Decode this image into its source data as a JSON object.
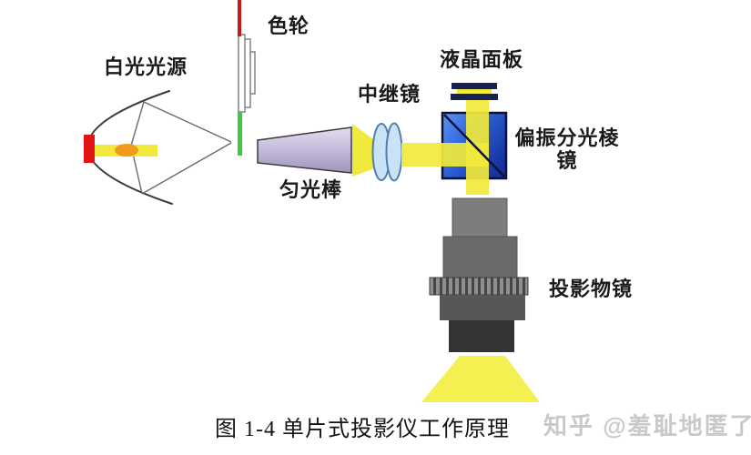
{
  "figure": {
    "caption": "图 1-4  单片式投影仪工作原理",
    "watermark": "知乎 @羞耻地匿了"
  },
  "labels": {
    "light_source": "白光光源",
    "color_wheel": "色轮",
    "rod": "匀光棒",
    "relay_lens": "中继镜",
    "lcd_panel": "液晶面板",
    "pbs_line1": "偏振分光棱",
    "pbs_line2": "镜",
    "projection_lens": "投影物镜"
  },
  "colors": {
    "beam_yellow": "#F1E93C",
    "light_output": "#F5F052",
    "lamp_red": "#E31414",
    "arc_orange": "#F09C1A",
    "wheel_red": "#C41A1A",
    "wheel_green": "#3FC93F",
    "prism_blue_light": "#5E93F0",
    "prism_blue": "#2E63DC",
    "prism_blue_dark": "#16329A",
    "prism_border": "#0C1338",
    "lcd_navy": "#18214F",
    "rod_light": "#E2DCEF",
    "rod_mid": "#C7BDDB",
    "rod_dark": "#9F94BC",
    "lens_fill": "#C9E2F5",
    "lens_stroke": "#4F7FAF",
    "barrel_top": "#7D7D7D",
    "barrel_upper": "#6A6A6A",
    "barrel_ring": "#8F8F8F",
    "barrel_ring_dark": "#454545",
    "barrel_lower": "#575757",
    "barrel_tip": "#343434",
    "watermark": "#C9C9C9"
  }
}
